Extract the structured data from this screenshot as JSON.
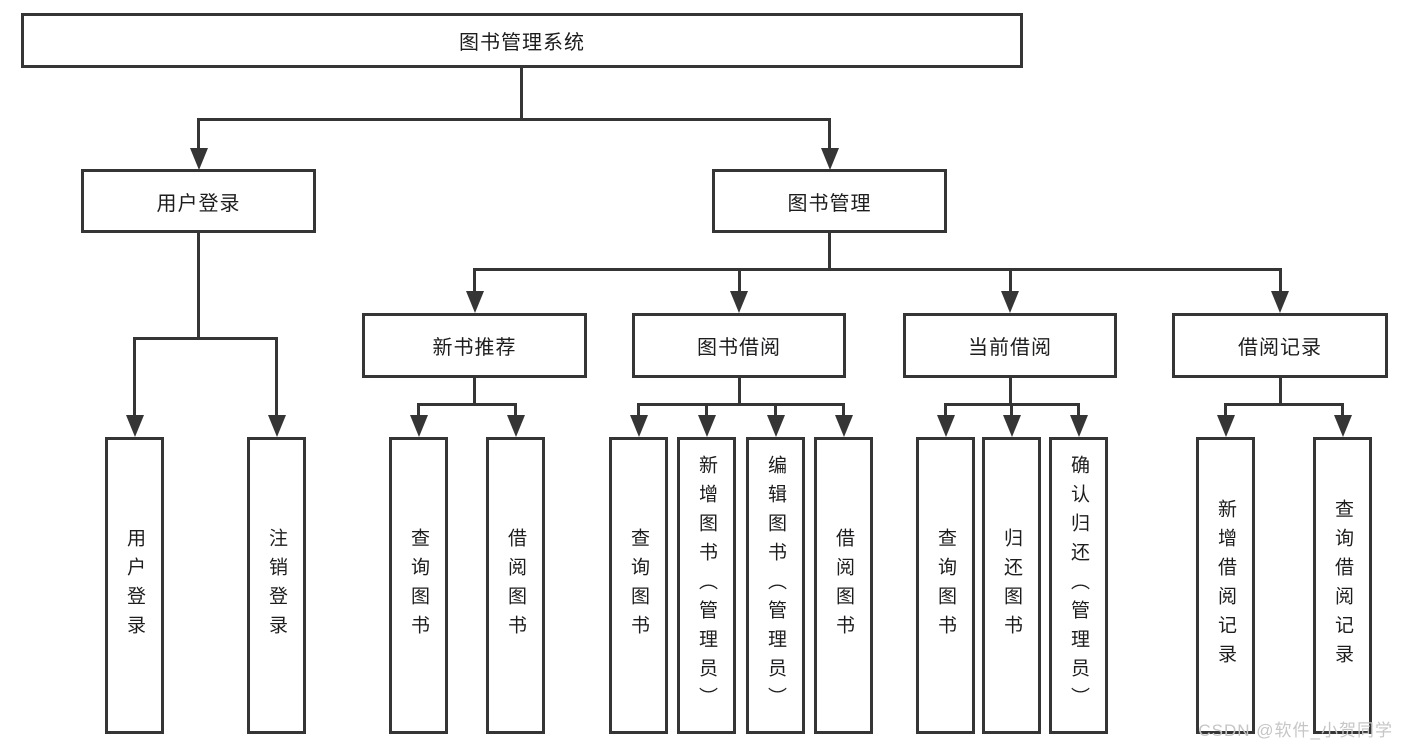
{
  "tree": {
    "root": "图书管理系统",
    "branches": [
      {
        "label": "用户登录",
        "children": [
          "用户登录",
          "注销登录"
        ]
      },
      {
        "label": "图书管理",
        "sections": [
          {
            "label": "新书推荐",
            "children": [
              "查询图书",
              "借阅图书"
            ]
          },
          {
            "label": "图书借阅",
            "children": [
              "查询图书",
              "新增图书（管理员）",
              "编辑图书（管理员）",
              "借阅图书"
            ]
          },
          {
            "label": "当前借阅",
            "children": [
              "查询图书",
              "归还图书",
              "确认归还（管理员）"
            ]
          },
          {
            "label": "借阅记录",
            "children": [
              "新增借阅记录",
              "查询借阅记录"
            ]
          }
        ]
      }
    ]
  },
  "watermark": {
    "text": "CSDN @软件_小贺同学"
  },
  "colors": {
    "line": "#353535",
    "text": "#1d1d1f",
    "watermark": "#c6c6c6",
    "background": "#ffffff"
  }
}
